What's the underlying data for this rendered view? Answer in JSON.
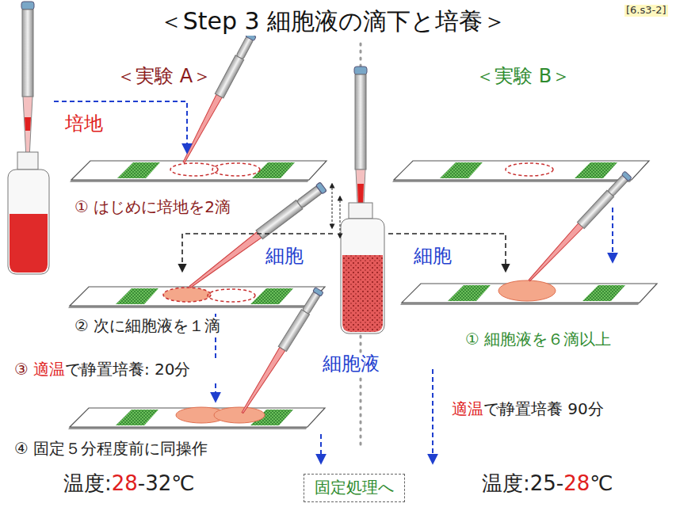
{
  "diagram": {
    "title": "＜Step 3 細胞液の滴下と培養＞",
    "nodes": [
      {
        "text": [
          "固定処理へ"
        ]
      }
    ],
    "labels": [
      "[6.s3-2]",
      "＜実験 A＞",
      "＜実験 B＞",
      "培地",
      "① はじめに培地を2滴",
      "細胞",
      "細胞",
      "② 次に細胞液を１滴",
      "① 細胞液を６滴以上",
      "③",
      "適温",
      "で静置培養: 20分",
      "細胞液",
      "適温",
      "で静置培養 90分",
      "④ 固定５分程度前に同操作",
      "温度:",
      "28",
      "-32℃",
      "温度:25-",
      "28",
      "℃"
    ]
  }
}
